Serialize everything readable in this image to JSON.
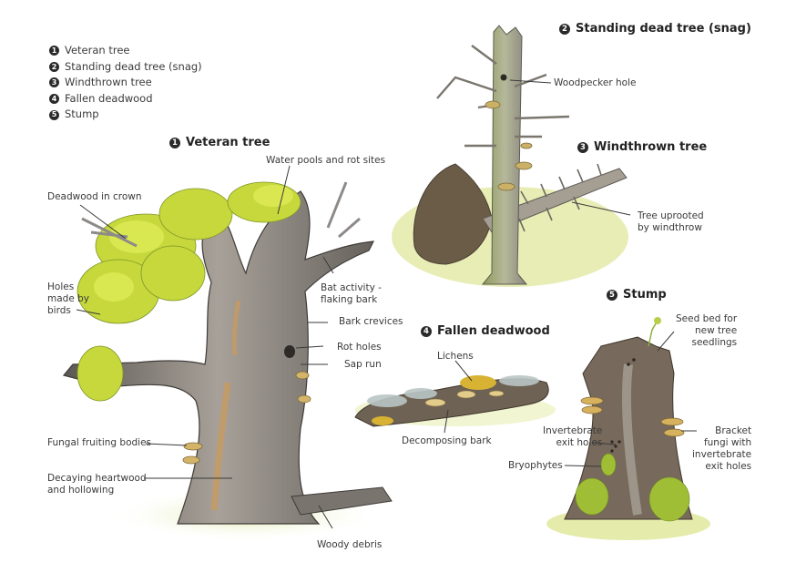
{
  "legend": {
    "items": [
      {
        "num": "1",
        "label": "Veteran tree"
      },
      {
        "num": "2",
        "label": "Standing dead tree (snag)"
      },
      {
        "num": "3",
        "label": "Windthrown tree"
      },
      {
        "num": "4",
        "label": "Fallen deadwood"
      },
      {
        "num": "5",
        "label": "Stump"
      }
    ]
  },
  "sections": {
    "veteran_tree": {
      "num": "1",
      "title": "Veteran tree",
      "labels": {
        "water_pools": "Water pools and rot sites",
        "deadwood_crown": "Deadwood in crown",
        "holes_birds_1": "Holes",
        "holes_birds_2": "made by",
        "holes_birds_3": "birds",
        "bat_activity_1": "Bat activity -",
        "bat_activity_2": "flaking bark",
        "bark_crevices": "Bark crevices",
        "rot_holes": "Rot holes",
        "sap_run": "Sap run",
        "fungal_bodies": "Fungal fruiting bodies",
        "heartwood_1": "Decaying heartwood",
        "heartwood_2": "and hollowing",
        "woody_debris": "Woody debris"
      }
    },
    "snag": {
      "num": "2",
      "title": "Standing dead tree (snag)",
      "labels": {
        "woodpecker": "Woodpecker hole"
      }
    },
    "windthrown": {
      "num": "3",
      "title": "Windthrown tree",
      "labels": {
        "uprooted_1": "Tree uprooted",
        "uprooted_2": "by windthrow"
      }
    },
    "fallen": {
      "num": "4",
      "title": "Fallen deadwood",
      "labels": {
        "lichens": "Lichens",
        "decomposing": "Decomposing bark"
      }
    },
    "stump": {
      "num": "5",
      "title": "Stump",
      "labels": {
        "seed_bed_1": "Seed bed for",
        "seed_bed_2": "new tree",
        "seed_bed_3": "seedlings",
        "invert_1": "Invertebrate",
        "invert_2": "exit holes",
        "bryophytes": "Bryophytes",
        "bracket_1": "Bracket",
        "bracket_2": "fungi with",
        "bracket_3": "invertebrate",
        "bracket_4": "exit holes"
      }
    }
  },
  "colors": {
    "bark": "#6f6a66",
    "bark_light": "#a9a49c",
    "foliage": "#c9d93a",
    "foliage_dark": "#8ea32a",
    "moss": "#a8c23c",
    "ground": "#e6ecb4",
    "fungus": "#d6b86a",
    "lichen": "#d9b230",
    "leader": "#3a3a3a"
  }
}
